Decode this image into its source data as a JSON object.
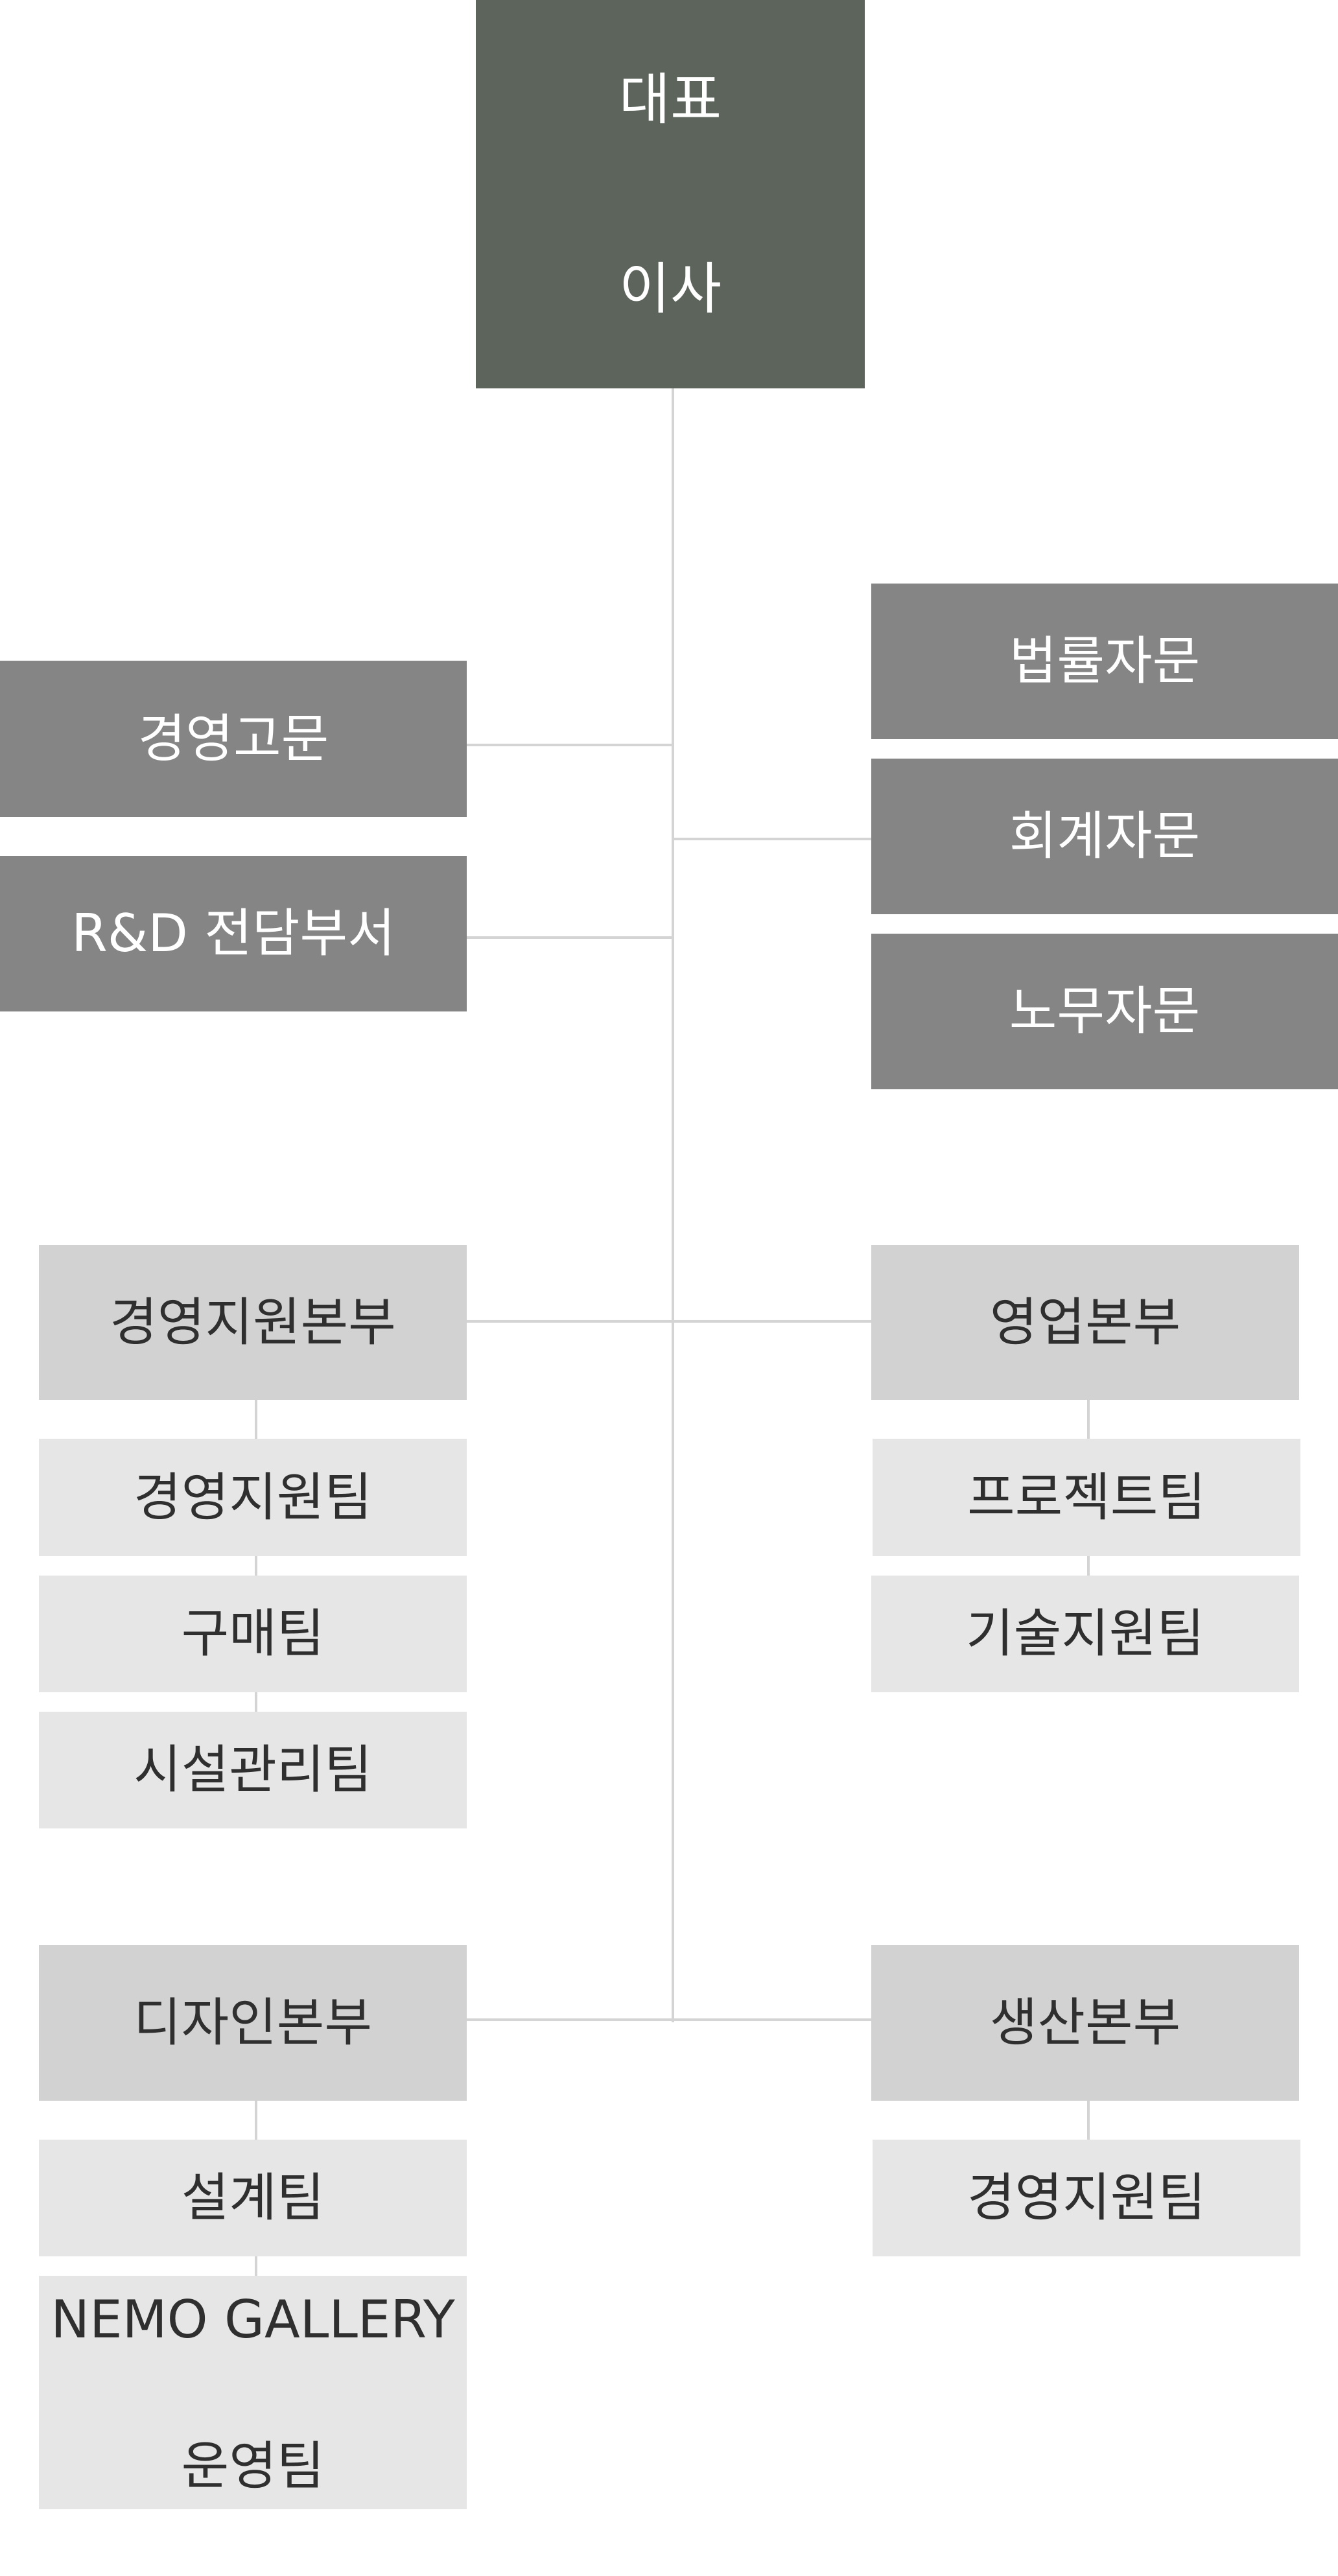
{
  "org_chart": {
    "ceo": {
      "line1": "대표",
      "line2": "이사"
    },
    "advisors_left": [
      "경영고문",
      "R&D 전담부서"
    ],
    "advisors_right": [
      "법률자문",
      "회계자문",
      "노무자문"
    ],
    "divisions": {
      "management_support": {
        "name": "경영지원본부",
        "teams": [
          "경영지원팀",
          "구매팀",
          "시설관리팀"
        ]
      },
      "sales": {
        "name": "영업본부",
        "teams": [
          "프로젝트팀",
          "기술지원팀"
        ]
      },
      "design": {
        "name": "디자인본부",
        "teams": [
          "설계팀"
        ],
        "gallery_team": {
          "line1": "NEMO GALLERY",
          "line2": "운영팀"
        }
      },
      "production": {
        "name": "생산본부",
        "teams": [
          "경영지원팀"
        ]
      }
    }
  },
  "colors": {
    "ceo": "#5c645c",
    "advisor": "#858585",
    "division": "#d2d2d2",
    "team": "#e6e6e6",
    "connector": "#d4d4d4",
    "dark_text": "#2f2f2f",
    "light_text": "#ffffff"
  }
}
